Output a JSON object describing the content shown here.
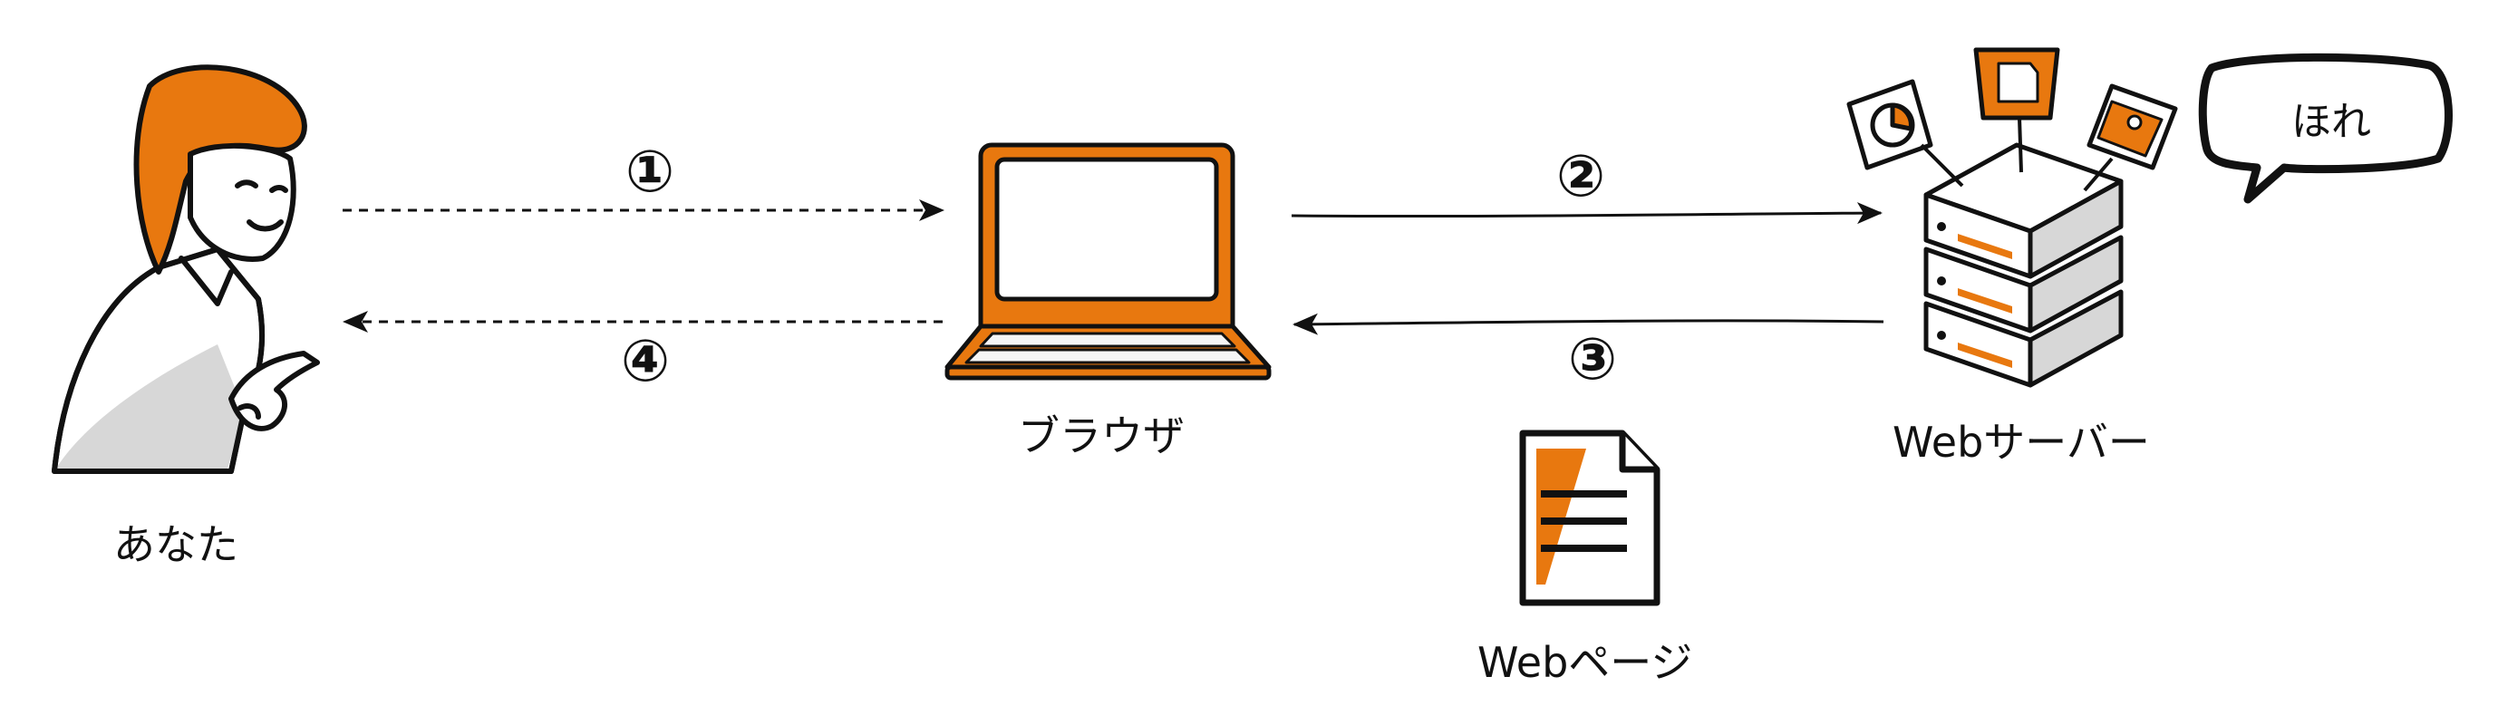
{
  "labels": {
    "you": "あなた",
    "browser": "ブラウザ",
    "server": "Webサーバー",
    "page": "Webページ",
    "bubble": "ほれ"
  },
  "steps": {
    "s1": "①",
    "s2": "②",
    "s3": "③",
    "s4": "④"
  },
  "colors": {
    "accent": "#E8780F",
    "ink": "#111111",
    "gray": "#d7d7d7"
  },
  "icons": [
    "person-icon",
    "laptop-icon",
    "server-icon",
    "document-icon",
    "chart-card-icon",
    "image-card-icon"
  ]
}
